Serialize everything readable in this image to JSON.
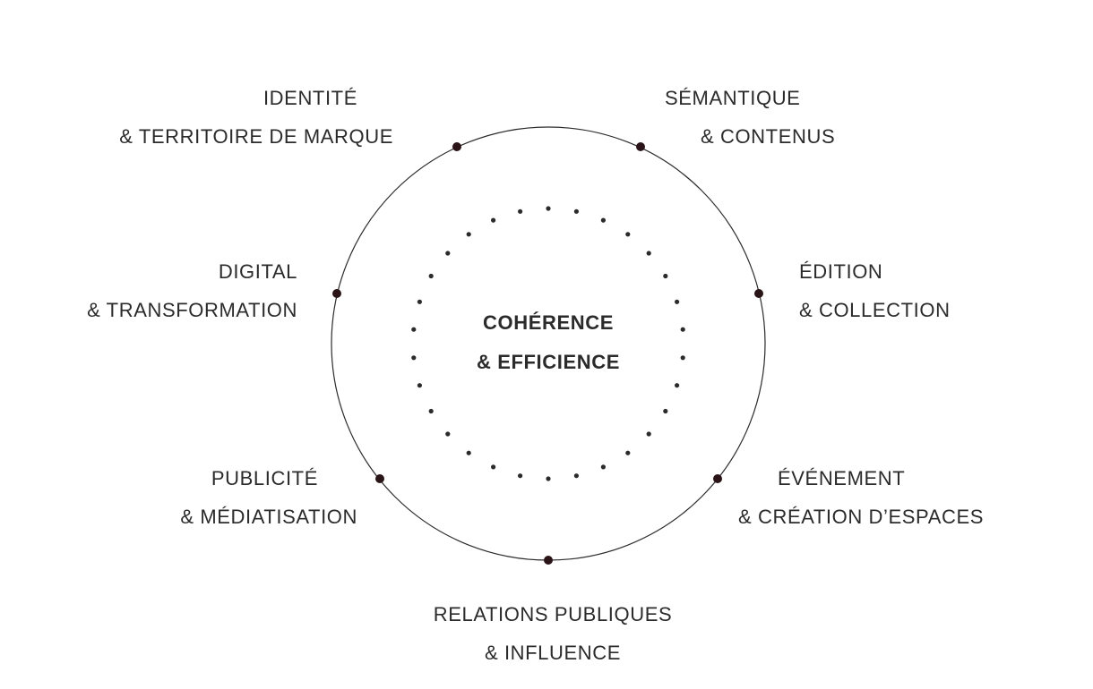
{
  "diagram": {
    "center": {
      "line1": "COHÉRENCE",
      "line2": "& EFFICIENCE"
    },
    "nodes": [
      {
        "id": "identite",
        "line1": "IDENTITÉ",
        "line2": "& TERRITOIRE DE MARQUE"
      },
      {
        "id": "semantique",
        "line1": "SÉMANTIQUE",
        "line2": "& CONTENUS"
      },
      {
        "id": "digital",
        "line1": "DIGITAL",
        "line2": "& TRANSFORMATION"
      },
      {
        "id": "edition",
        "line1": "ÉDITION",
        "line2": "& COLLECTION"
      },
      {
        "id": "publicite",
        "line1": "PUBLICITÉ",
        "line2": "& MÉDIATISATION"
      },
      {
        "id": "evenement",
        "line1": "ÉVÉNEMENT",
        "line2": "& CRÉATION D’ESPACES"
      },
      {
        "id": "relations",
        "line1": "RELATIONS PUBLIQUES",
        "line2": "& INFLUENCE"
      }
    ],
    "colors": {
      "text": "#2b2b2b",
      "circle_stroke": "#2b2b2b",
      "node_dot": "#2a1418",
      "inner_dot": "#2b2b2b"
    }
  }
}
